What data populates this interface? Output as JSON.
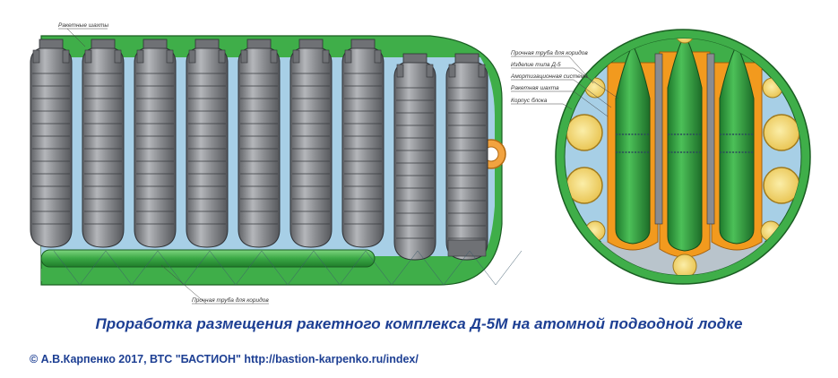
{
  "diagram": {
    "side_view": {
      "labels": {
        "missile_shafts": "Ракетные шахты",
        "durable_pipe": "Прочная труба для коридов"
      }
    },
    "cross_section": {
      "labels": {
        "durable_pipe": "Прочная труба для коридов",
        "missile_type": "Изделие типа Д-5",
        "shock_absorber": "Амортизационная система",
        "missile_shaft": "Ракетная шахта",
        "column_hull": "Корпус блока"
      }
    },
    "colors": {
      "hull_green": "#3fae49",
      "water_blue": "#a7cfe6",
      "missile_gray": "#8a8c90",
      "missile_green": "#32a040",
      "liner_orange": "#f29a1e",
      "tank_yellow": "#f4dc7a",
      "caption_blue": "#1d3f93"
    }
  },
  "caption": "Проработка размещения ракетного комплекса Д-5М на атомной подводной лодке",
  "credit": "© А.В.Карпенко 2017, ВТС \"БАСТИОН\" http://bastion-karpenko.ru/index/"
}
